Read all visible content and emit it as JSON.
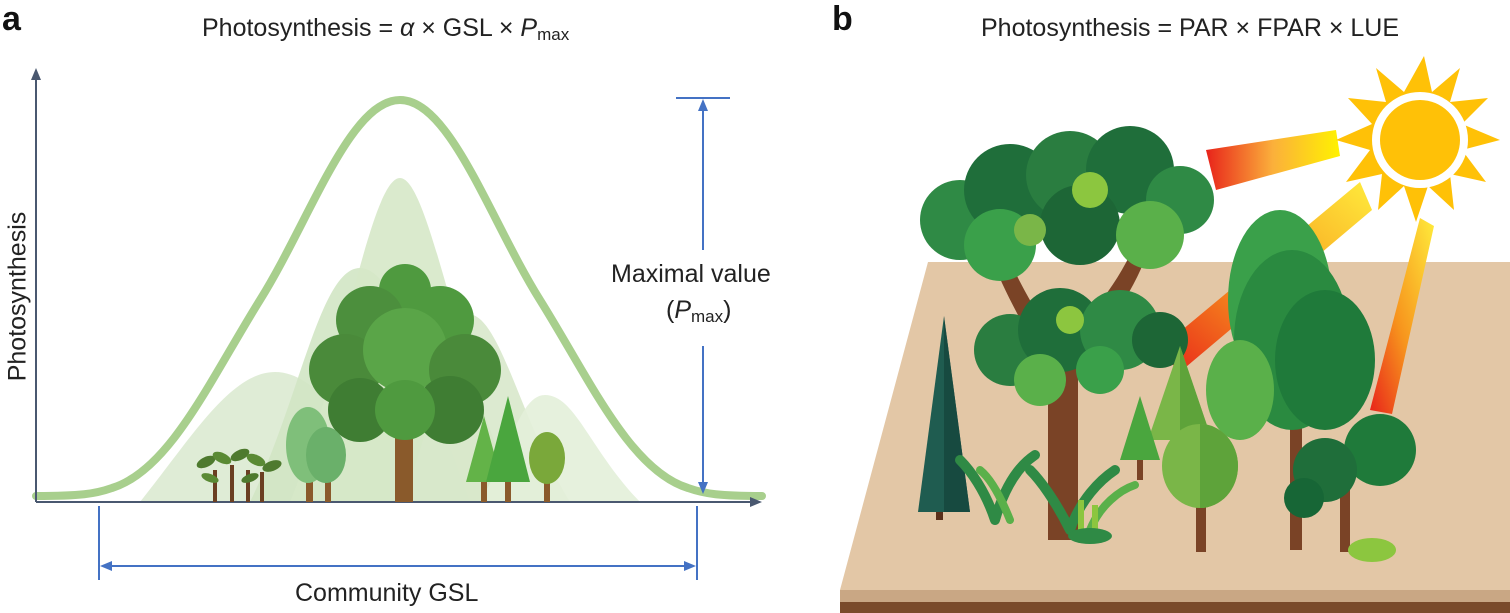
{
  "panel_a": {
    "letter": "a",
    "formula": {
      "lhs": "Photosynthesis = ",
      "alpha": "α",
      "mid": " × GSL × ",
      "p": "P",
      "sub": "max"
    },
    "y_axis_label": "Photosynthesis",
    "x_span_label": "Community GSL",
    "max_label_line1": "Maximal value",
    "max_label_open": "(",
    "max_label_p": "P",
    "max_label_sub": "max",
    "max_label_close": ")"
  },
  "panel_b": {
    "letter": "b",
    "formula": "Photosynthesis = PAR × FPAR × LUE"
  },
  "colors": {
    "curve": "#a8cf8d",
    "arrow": "#4472c4",
    "axis": "#4a5870",
    "ground_top": "#e3c7a6",
    "ground_side": "#c9a784",
    "ground_base": "#7a4a2a",
    "sun": "#ffc107"
  }
}
